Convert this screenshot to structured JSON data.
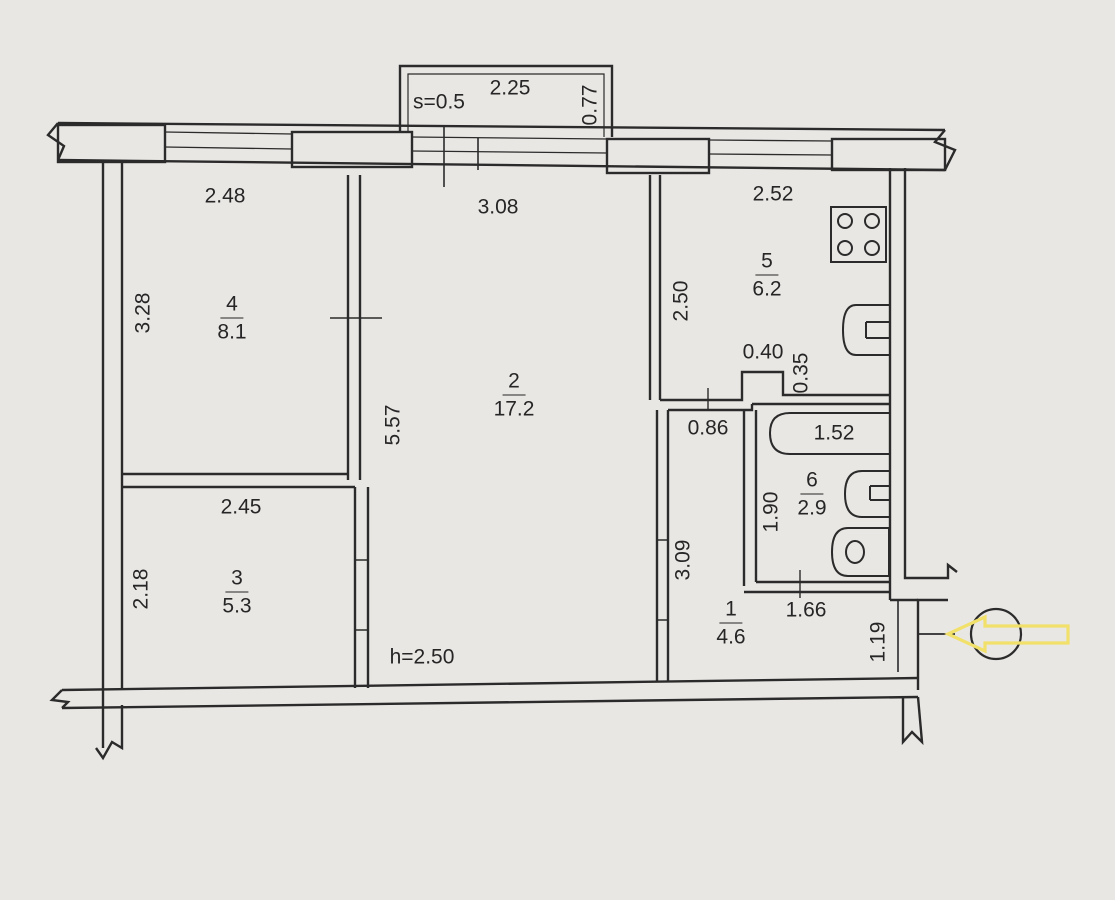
{
  "balcony": {
    "area_label": "s=0.5",
    "width": "2.25",
    "depth": "0.77"
  },
  "ceiling_height": "h=2.50",
  "rooms": [
    {
      "number": "4",
      "area": "8.1"
    },
    {
      "number": "2",
      "area": "17.2"
    },
    {
      "number": "5",
      "area": "6.2"
    },
    {
      "number": "6",
      "area": "2.9"
    },
    {
      "number": "3",
      "area": "5.3"
    },
    {
      "number": "1",
      "area": "4.6"
    }
  ],
  "dimensions": {
    "room4_width": "2.48",
    "room4_height": "3.28",
    "room2_width": "3.08",
    "room2_height": "5.57",
    "room5_width": "2.52",
    "room5_height": "2.50",
    "niche_width": "0.40",
    "niche_depth": "0.35",
    "hall_width": "0.86",
    "bath_width": "1.52",
    "bath_height": "1.90",
    "bath_bottom": "1.66",
    "room3_width": "2.45",
    "room3_height": "2.18",
    "room1_height": "3.09",
    "entrance_width": "1.19"
  },
  "colors": {
    "line": "#2b2b2b",
    "paper": "#e9e7e4",
    "entrance_arrow": "#f1e06a"
  }
}
